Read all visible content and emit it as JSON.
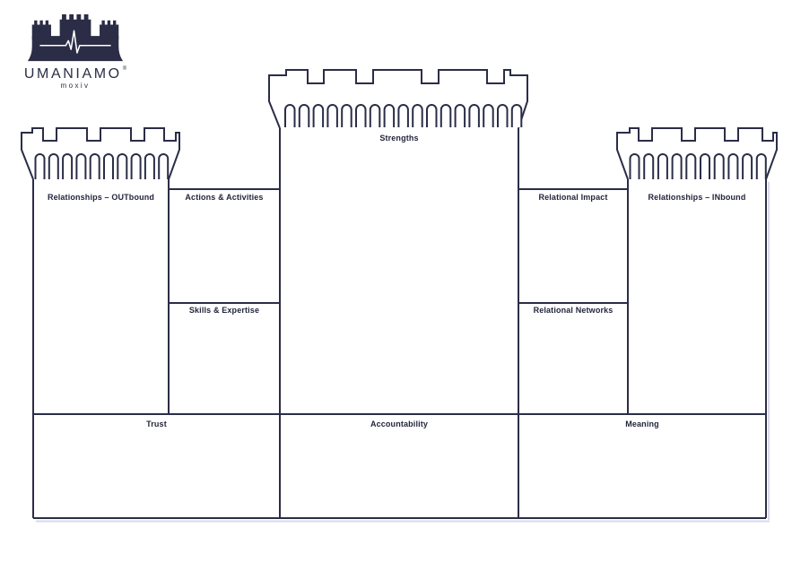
{
  "logo": {
    "brand": "UMANIAMO",
    "registered": "®",
    "sub": "moxiv"
  },
  "colors": {
    "ink": "#2b2d47",
    "shadow": "#d9d9ea",
    "background": "#ffffff",
    "label_text": "#23253c"
  },
  "sections": {
    "strengths": "Strengths",
    "relationships_outbound": "Relationships – OUTbound",
    "actions_activities": "Actions & Activities",
    "skills_expertise": "Skills & Expertise",
    "relational_impact": "Relational Impact",
    "relational_networks": "Relational Networks",
    "relationships_inbound": "Relationships – INbound",
    "trust": "Trust",
    "accountability": "Accountability",
    "meaning": "Meaning"
  }
}
